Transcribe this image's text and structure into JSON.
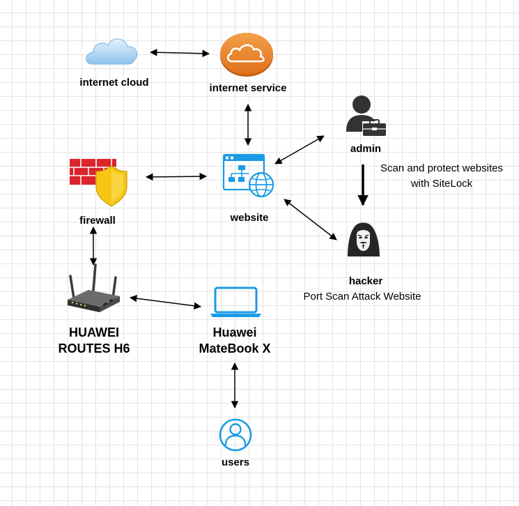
{
  "diagram": {
    "nodes": {
      "internet_cloud": {
        "label": "internet cloud",
        "icon": "cloud-icon"
      },
      "internet_service": {
        "label": "internet service",
        "icon": "cloud-service-icon"
      },
      "website": {
        "label": "website",
        "icon": "website-icon"
      },
      "admin": {
        "label": "admin",
        "icon": "admin-user-icon"
      },
      "firewall": {
        "label": "firewall",
        "icon": "firewall-icon"
      },
      "hacker": {
        "label": "hacker",
        "note": "Port Scan Attack Website",
        "icon": "hacker-icon"
      },
      "router": {
        "label_line1": "HUAWEI",
        "label_line2": "ROUTES H6",
        "icon": "router-icon"
      },
      "laptop": {
        "label_line1": "Huawei",
        "label_line2": "MateBook X",
        "icon": "laptop-icon"
      },
      "users": {
        "label": "users",
        "icon": "user-circle-icon"
      }
    },
    "annotations": {
      "scan_line1": "Scan and protect websites",
      "scan_line2": "with SiteLock"
    },
    "edges": [
      {
        "from": "internet_cloud",
        "to": "internet_service",
        "type": "bidirectional"
      },
      {
        "from": "internet_service",
        "to": "website",
        "type": "bidirectional"
      },
      {
        "from": "firewall",
        "to": "website",
        "type": "bidirectional"
      },
      {
        "from": "website",
        "to": "admin",
        "type": "bidirectional"
      },
      {
        "from": "website",
        "to": "hacker",
        "type": "bidirectional"
      },
      {
        "from": "admin",
        "to": "hacker",
        "type": "directed-bold"
      },
      {
        "from": "firewall",
        "to": "router",
        "type": "bidirectional"
      },
      {
        "from": "router",
        "to": "laptop",
        "type": "bidirectional"
      },
      {
        "from": "laptop",
        "to": "users",
        "type": "bidirectional"
      }
    ],
    "colors": {
      "cloud": "#a9d3f5",
      "service_orange": "#f08a2c",
      "brick_red": "#d9252b",
      "shield_yellow": "#f7c514",
      "azure_blue": "#1a9be6",
      "dark_icon": "#2f2f2f"
    }
  }
}
